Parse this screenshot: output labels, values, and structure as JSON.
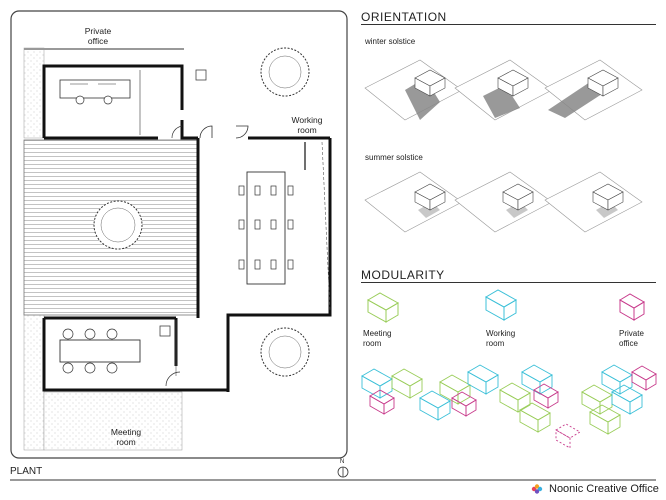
{
  "plan": {
    "title": "PLANT",
    "north": "N",
    "rooms": {
      "private_office": [
        "Private",
        "office"
      ],
      "working_room": [
        "Working",
        "room"
      ],
      "meeting_room": [
        "Meeting",
        "room"
      ]
    }
  },
  "orientation": {
    "title": "ORIENTATION",
    "winter_label": "winter solstice",
    "summer_label": "summer solstice"
  },
  "modularity": {
    "title": "MODULARITY",
    "modules": [
      {
        "label_line1": "Meeting",
        "label_line2": "room",
        "color": "#9acd5a"
      },
      {
        "label_line1": "Working",
        "label_line2": "room",
        "color": "#3cc0d8"
      },
      {
        "label_line1": "Private",
        "label_line2": "office",
        "color": "#c83c8c"
      }
    ]
  },
  "brand": {
    "name": "Noonic Creative Office",
    "colors": [
      "#e8445a",
      "#f4a020",
      "#38b0e0",
      "#7050c0"
    ]
  }
}
